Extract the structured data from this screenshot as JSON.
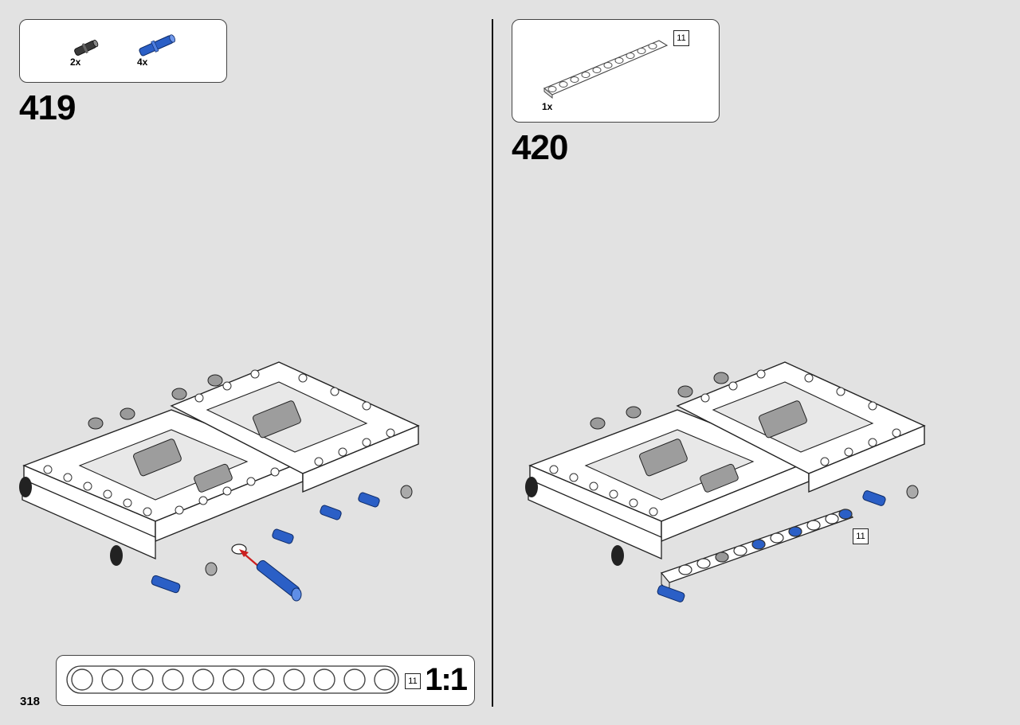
{
  "page_number": "318",
  "step_419": {
    "number": "419",
    "parts": [
      {
        "qty": "2x",
        "part": "black-pin-icon"
      },
      {
        "qty": "4x",
        "part": "blue-axle-pin-icon"
      }
    ],
    "scale": {
      "length_badge": "11",
      "ratio": "1:1"
    }
  },
  "step_420": {
    "number": "420",
    "parts": [
      {
        "qty": "1x",
        "part": "white-beam-icon",
        "length_badge": "11"
      }
    ],
    "callout_badge": "11"
  },
  "colors": {
    "background": "#e2e2e2",
    "blue_part": "#2b5fc6",
    "arrow": "#cc1f1f"
  }
}
